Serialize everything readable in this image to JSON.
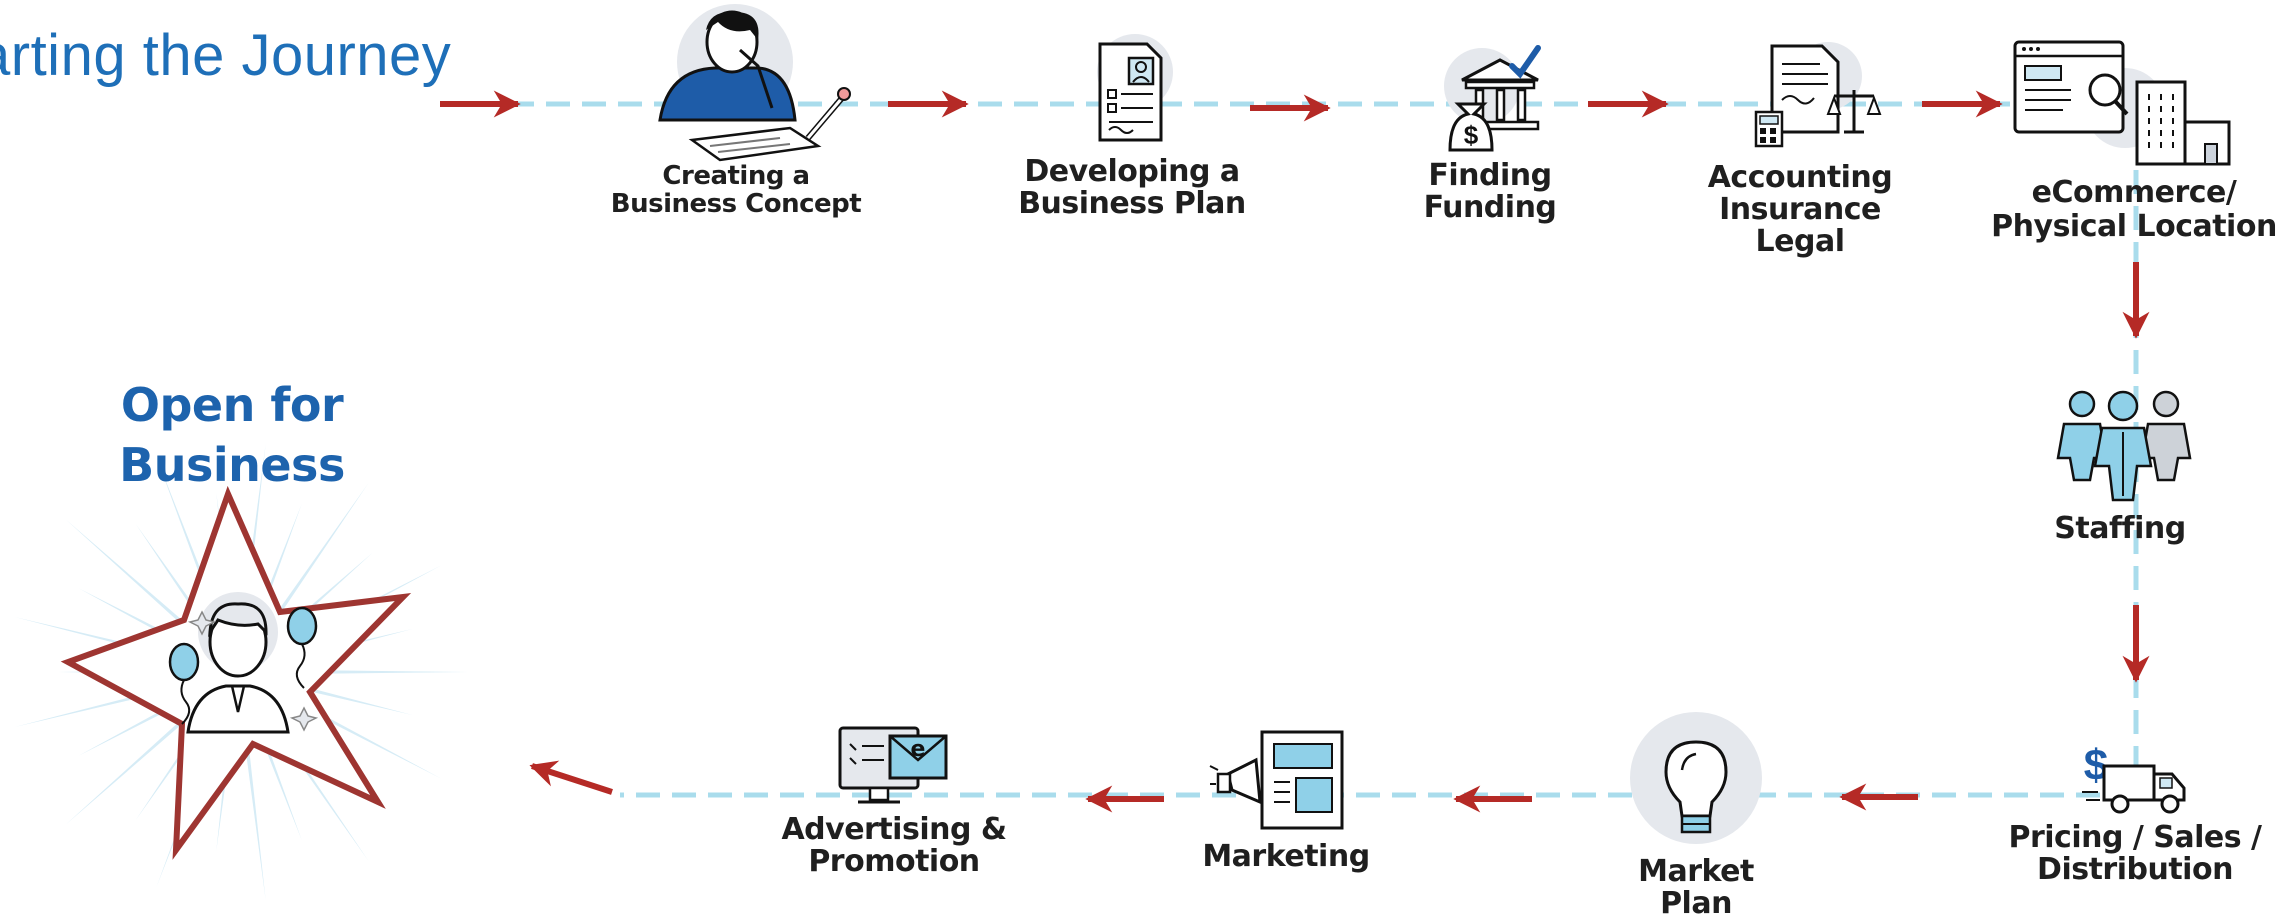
{
  "heading": "arting the Journey",
  "steps": {
    "business_concept": "Creating a\nBusiness Concept",
    "business_plan": "Developing a\nBusiness Plan",
    "funding": "Finding\nFunding",
    "accounting": "Accounting\nInsurance\nLegal",
    "ecommerce": "eCommerce/\nPhysical Location",
    "staffing": "Staffing",
    "pricing": "Pricing / Sales /\nDistribution",
    "market_plan": "Market\nPlan",
    "marketing": "Marketing",
    "advertising": "Advertising &\nPromotion"
  },
  "finish": {
    "label": "Open for\nBusiness"
  },
  "icon_glyphs": {
    "dollar": "$",
    "envelope_letter": "e"
  },
  "colors": {
    "path_dashes": "#a9dcec",
    "arrows": "#b52a26",
    "heading_blue": "#1e6fb8",
    "finish_blue": "#1d63ad",
    "icon_blue": "#1e5ca8",
    "icon_light_blue": "#8fd0e8",
    "star_outline": "#9e3531",
    "star_burst": "#d6ecf6"
  }
}
